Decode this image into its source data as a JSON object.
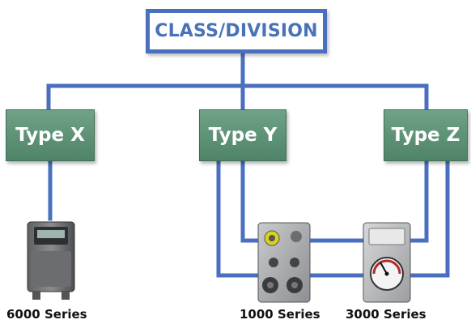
{
  "header": {
    "title": "CLASS/DIVISION"
  },
  "types": [
    {
      "label": "Type X"
    },
    {
      "label": "Type Y"
    },
    {
      "label": "Type Z"
    }
  ],
  "products": [
    {
      "label": "6000 Series"
    },
    {
      "label": "1000 Series"
    },
    {
      "label": "3000 Series"
    }
  ],
  "colors": {
    "connector_line": "#4b6fbf",
    "title_text": "#4a72b8",
    "type_box": "#5e9478"
  }
}
